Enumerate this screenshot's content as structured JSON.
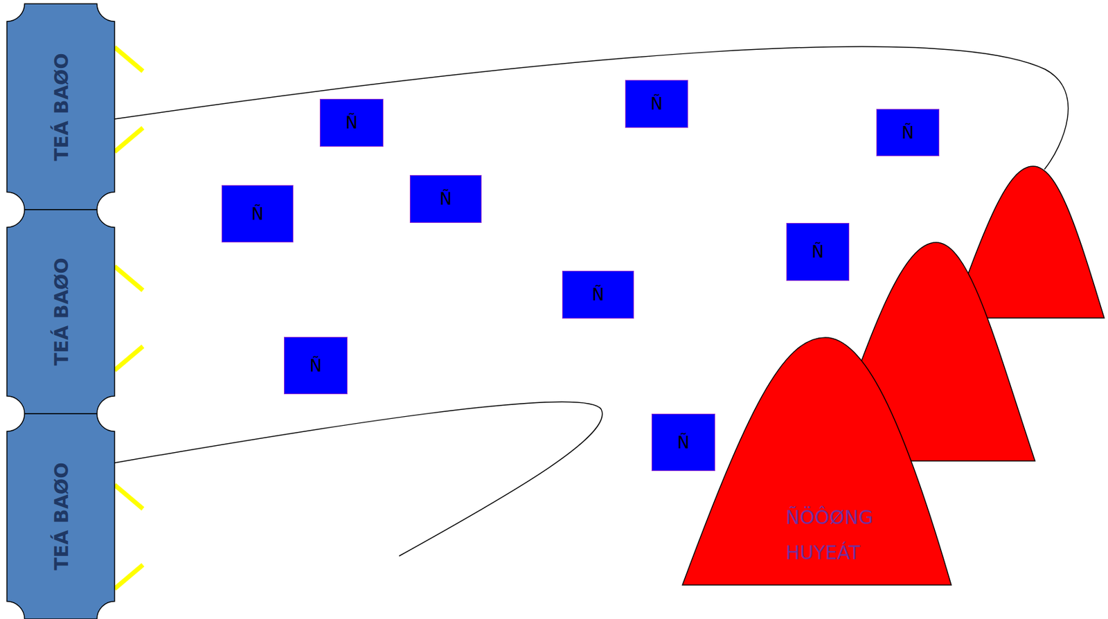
{
  "diagram": {
    "nodes": [
      {
        "text": [
          "TEÁ BAØO"
        ]
      },
      {
        "text": [
          "TEÁ BAØO"
        ]
      },
      {
        "text": [
          "TEÁ BAØO"
        ]
      },
      {
        "text": [
          "Ñ"
        ]
      },
      {
        "text": [
          "Ñ"
        ]
      },
      {
        "text": [
          "Ñ"
        ]
      },
      {
        "text": [
          "Ñ"
        ]
      },
      {
        "text": [
          "Ñ"
        ]
      },
      {
        "text": [
          "Ñ"
        ]
      },
      {
        "text": [
          "Ñ"
        ]
      },
      {
        "text": [
          "Ñ"
        ]
      },
      {
        "text": [
          "Ñ"
        ]
      },
      {
        "text": [
          "ÑÖÔØNG HUYEÁT"
        ]
      }
    ]
  }
}
